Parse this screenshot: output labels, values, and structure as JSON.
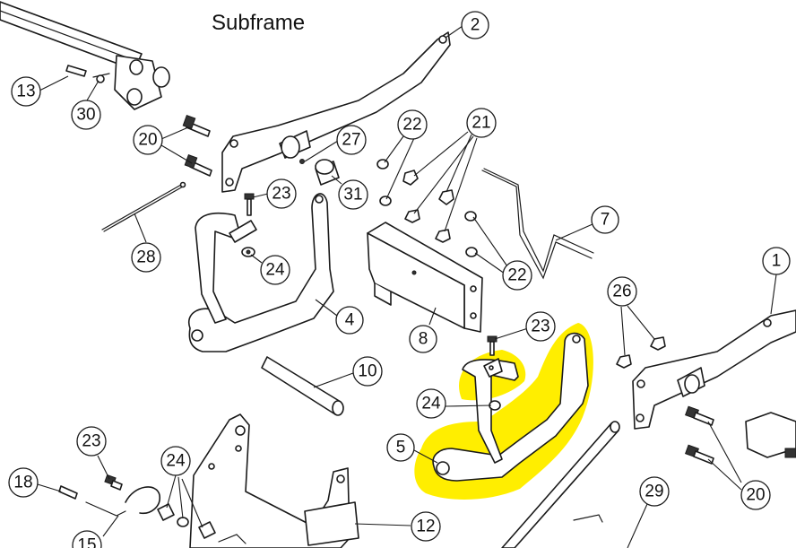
{
  "title": "Subframe",
  "highlight_color": "#ffee00",
  "callouts": [
    {
      "id": "2",
      "label": "2"
    },
    {
      "id": "13",
      "label": "13"
    },
    {
      "id": "30",
      "label": "30"
    },
    {
      "id": "20a",
      "label": "20"
    },
    {
      "id": "27",
      "label": "27"
    },
    {
      "id": "22a",
      "label": "22"
    },
    {
      "id": "21",
      "label": "21"
    },
    {
      "id": "23a",
      "label": "23"
    },
    {
      "id": "31",
      "label": "31"
    },
    {
      "id": "28",
      "label": "28"
    },
    {
      "id": "24a",
      "label": "24"
    },
    {
      "id": "7",
      "label": "7"
    },
    {
      "id": "22b",
      "label": "22"
    },
    {
      "id": "1",
      "label": "1"
    },
    {
      "id": "26",
      "label": "26"
    },
    {
      "id": "4",
      "label": "4"
    },
    {
      "id": "8",
      "label": "8"
    },
    {
      "id": "23b",
      "label": "23"
    },
    {
      "id": "10",
      "label": "10"
    },
    {
      "id": "24b",
      "label": "24"
    },
    {
      "id": "5",
      "label": "5"
    },
    {
      "id": "20b",
      "label": "20"
    },
    {
      "id": "23c",
      "label": "23"
    },
    {
      "id": "24c",
      "label": "24"
    },
    {
      "id": "18",
      "label": "18"
    },
    {
      "id": "29",
      "label": "29"
    },
    {
      "id": "12",
      "label": "12"
    },
    {
      "id": "15",
      "label": "15"
    }
  ]
}
